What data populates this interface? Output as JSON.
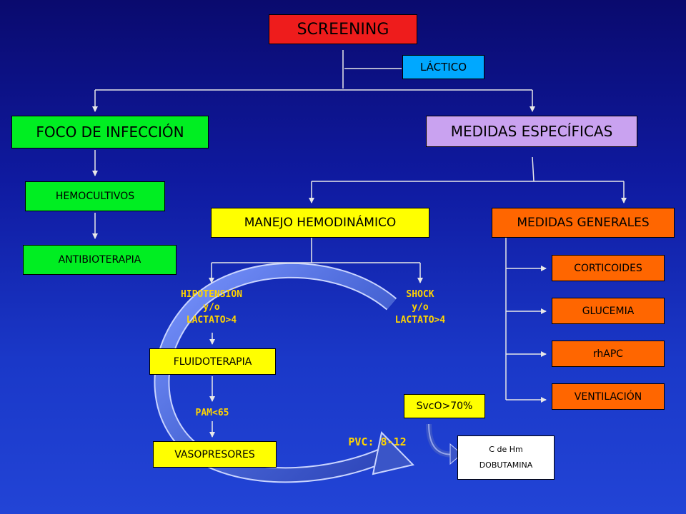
{
  "nodes": {
    "screening": "SCREENING",
    "lactico": "LÁCTICO",
    "foco": "FOCO DE INFECCIÓN",
    "medidas_especificas": "MEDIDAS ESPECÍFICAS",
    "hemocultivos": "HEMOCULTIVOS",
    "antibioterapia": "ANTIBIOTERAPIA",
    "manejo": "MANEJO HEMODINÁMICO",
    "medidas_generales": "MEDIDAS GENERALES",
    "corticoides": "CORTICOIDES",
    "glucemia": "GLUCEMIA",
    "rhapc": "rhAPC",
    "ventilacion": "VENTILACIÓN",
    "fluidoterapia": "FLUIDOTERAPIA",
    "vasopresores": "VASOPRESORES",
    "svco": "SvcO>70%",
    "chm_line1": "C de Hm",
    "chm_line2": "DOBUTAMINA"
  },
  "labels": {
    "hipotension": "HIPOTENSIÓN\ny/o\nLACTATO>4",
    "shock": "SHOCK\ny/o\nLACTATO>4",
    "pam": "PAM<65",
    "pvc": "PVC: 8-12"
  },
  "colors": {
    "background": "#1228b0",
    "red": "#ee1c1c",
    "blue": "#00a8ff",
    "green": "#00ee22",
    "lavender": "#c9a2f0",
    "yellow": "#ffff00",
    "orange": "#ff6600",
    "label_text": "#ffd400",
    "cycle_arrow": "#4a6fd6"
  }
}
